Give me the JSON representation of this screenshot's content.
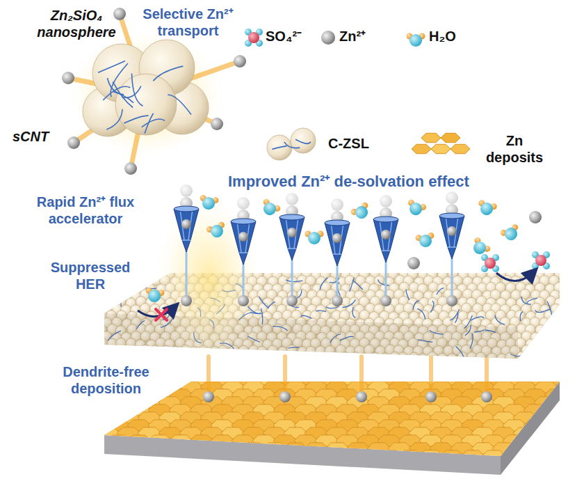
{
  "diagram": {
    "labels": [
      "Zn₂SiO₄ nanosphere",
      "Selective Zn²⁺ transport",
      "sCNT",
      "Rapid Zn²⁺ flux accelerator",
      "Improved Zn²⁺ de-solvation effect",
      "Suppressed HER",
      "Dendrite-free deposition"
    ],
    "legend": [
      {
        "text": "SO₄²⁻"
      },
      {
        "text": "Zn²⁺"
      },
      {
        "text": "H₂O"
      },
      {
        "text": "C-ZSL"
      },
      {
        "text": "Zn deposits"
      }
    ]
  }
}
